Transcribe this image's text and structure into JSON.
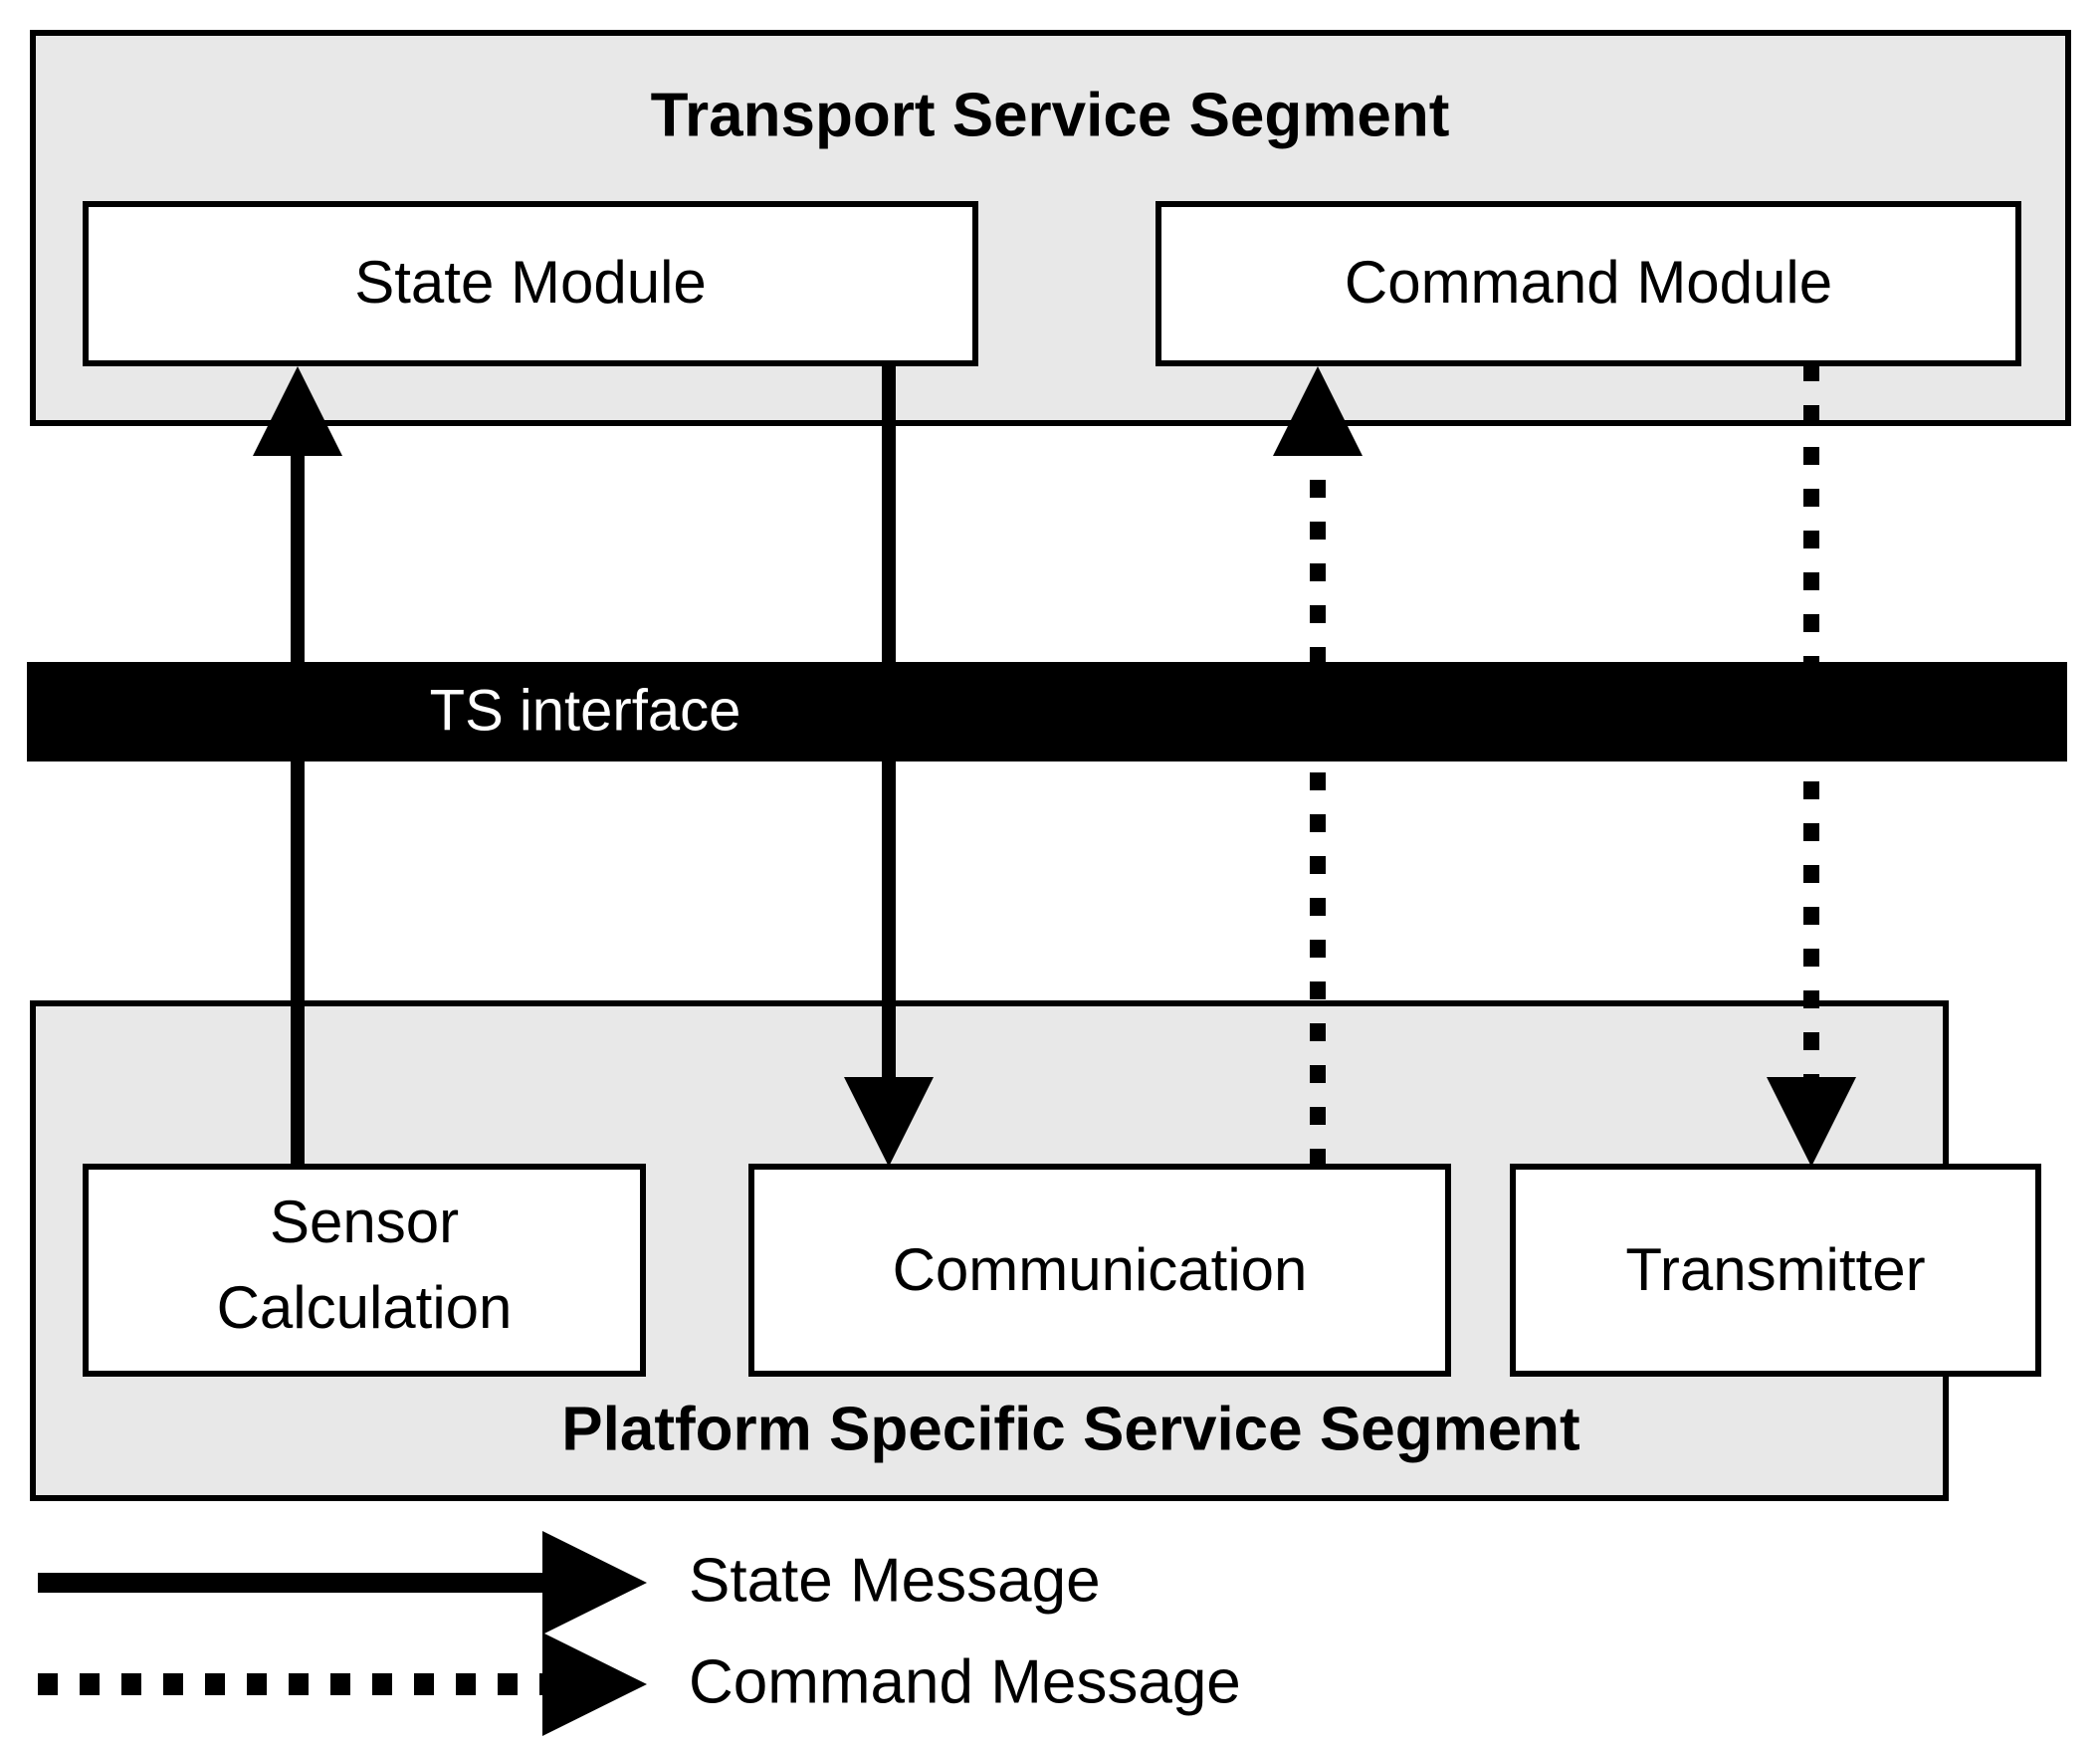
{
  "diagram": {
    "title_top": "Transport Service Segment",
    "title_bottom": "Platform Specific Service Segment",
    "interface_bar_label": "TS interface",
    "top_modules": [
      {
        "label": "State Module"
      },
      {
        "label": "Command Module"
      }
    ],
    "bottom_modules": [
      {
        "label_line1": "Sensor",
        "label_line2": "Calculation"
      },
      {
        "label_line1": "Communication",
        "label_line2": ""
      },
      {
        "label_line1": "Transmitter",
        "label_line2": ""
      }
    ],
    "legend": [
      {
        "label": "State Message",
        "style": "solid"
      },
      {
        "label": "Command Message",
        "style": "dotted"
      }
    ],
    "colors": {
      "segment_fill": "#e8e8e8",
      "module_fill": "#ffffff",
      "stroke": "#000000",
      "bar_fill": "#000000",
      "bar_text": "#ffffff",
      "page_background": "#ffffff"
    },
    "flows": [
      {
        "name": "sensor-calculation-to-state-module",
        "style": "solid",
        "direction": "up",
        "from": "Sensor Calculation",
        "to": "State Module"
      },
      {
        "name": "state-module-to-communication",
        "style": "solid",
        "direction": "down",
        "from": "State Module",
        "to": "Communication"
      },
      {
        "name": "communication-to-command-module",
        "style": "dotted",
        "direction": "up",
        "from": "Communication",
        "to": "Command Module"
      },
      {
        "name": "command-module-to-transmitter",
        "style": "dotted",
        "direction": "down",
        "from": "Command Module",
        "to": "Transmitter"
      }
    ]
  }
}
